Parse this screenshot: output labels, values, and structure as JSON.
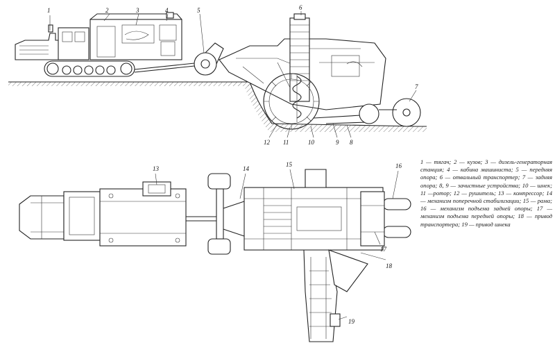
{
  "labels_top": [
    "1",
    "2",
    "3",
    "4",
    "5",
    "6",
    "7",
    "8",
    "9",
    "10",
    "11",
    "12"
  ],
  "labels_bottom": [
    "13",
    "14",
    "15",
    "16",
    "17",
    "18",
    "19"
  ],
  "caption": "1 — тягач; 2 — кузов; 3 — дизель-генераторная станция; 4 — кабина машиниста; 5 — передняя опора; 6 — отвальный транспортер; 7 — задняя опора; 8, 9 — зачистные устройства; 10 — шнек; 11 —ротор; 12 — рушитель; 13 — компрессор; 14 — механизм поперечной стабилизации; 15 — рама; 16 — механизм подъема задней опоры; 17 — механизм подъема передней опоры; 18 — привод транспортера; 19 — привод шнека"
}
